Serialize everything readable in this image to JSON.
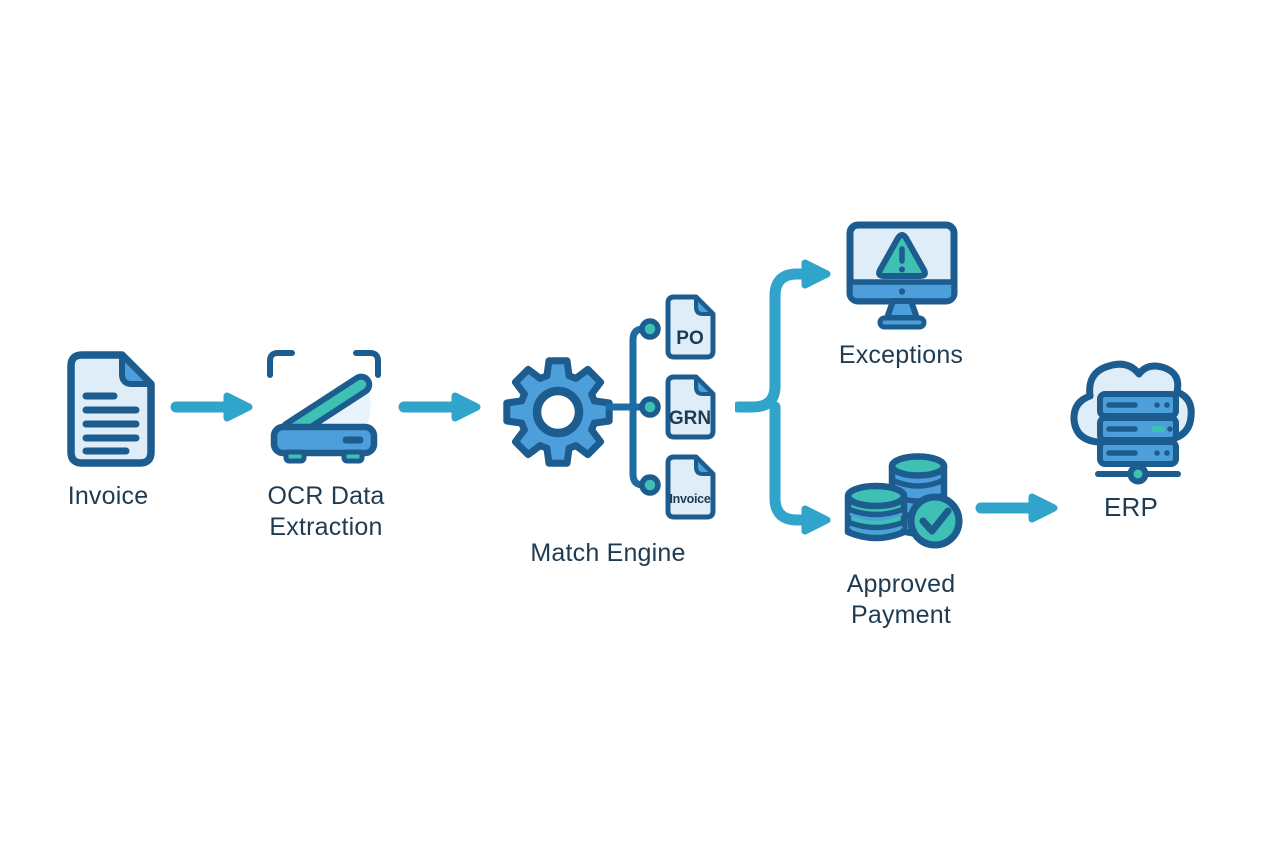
{
  "palette": {
    "outline": "#1d5c8e",
    "blue": "#4d9fdb",
    "light_blue": "#deedf8",
    "teal": "#3fc0b4",
    "arrow_cyan": "#31a4cc",
    "connector_blue": "#1d6ca5",
    "text": "#1e3b52",
    "background": "#ffffff"
  },
  "nodes": {
    "invoice": {
      "label": "Invoice",
      "icon": "invoice-document-icon"
    },
    "ocr": {
      "label": "OCR Data Extraction",
      "icon": "scanner-icon"
    },
    "match_engine": {
      "label": "Match Engine",
      "icon": "gear-icon"
    },
    "exceptions": {
      "label": "Exceptions",
      "icon": "monitor-warning-icon"
    },
    "approved_payment": {
      "label": "Approved Payment",
      "icon": "coins-check-icon"
    },
    "erp": {
      "label": "ERP",
      "icon": "cloud-server-icon"
    }
  },
  "match_documents": [
    {
      "label": "PO"
    },
    {
      "label": "GRN"
    },
    {
      "label": "Invoice"
    }
  ]
}
